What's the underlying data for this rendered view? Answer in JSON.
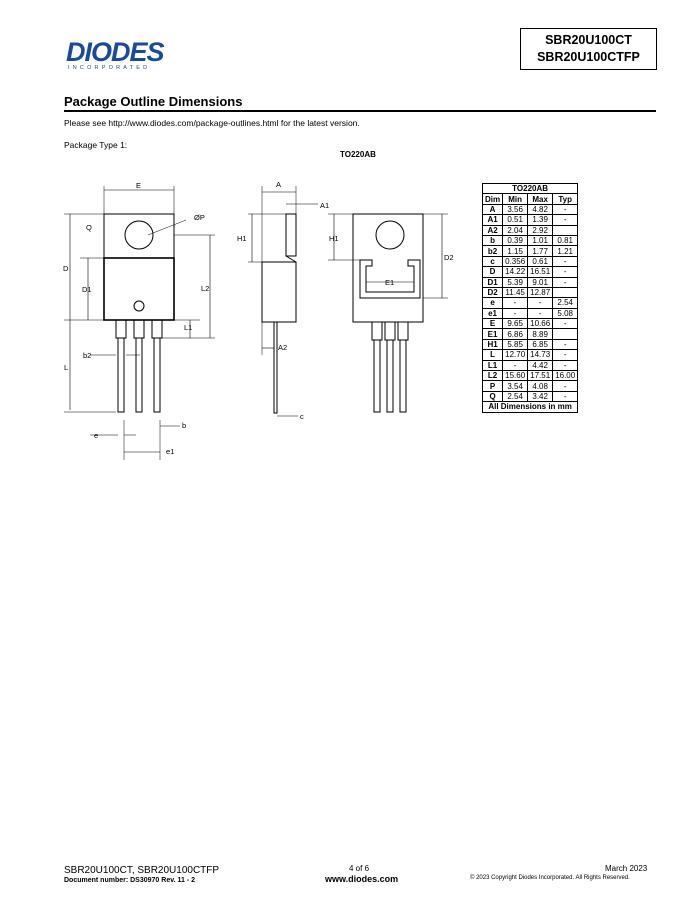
{
  "header": {
    "logo_word": "DIODES",
    "logo_sub": "INCORPORATED",
    "part_numbers": [
      "SBR20U100CT",
      "SBR20U100CTFP"
    ]
  },
  "section": {
    "title": "Package Outline Dimensions",
    "note": "Please see http://www.diodes.com/package-outlines.html for the latest version.",
    "package_type": "Package Type 1:",
    "package_name": "TO220AB"
  },
  "drawing_labels": {
    "E": "E",
    "P": "ØP",
    "Q": "Q",
    "D": "D",
    "D1": "D1",
    "L2": "L2",
    "L1": "L1",
    "b2": "b2",
    "L": "L",
    "e": "e",
    "b": "b",
    "e1": "e1",
    "A": "A",
    "A1": "A1",
    "H1": "H1",
    "A2": "A2",
    "c": "c",
    "E1": "E1",
    "D2": "D2"
  },
  "table": {
    "title": "TO220AB",
    "headers": [
      "Dim",
      "Min",
      "Max",
      "Typ"
    ],
    "group1": [
      [
        "A",
        "3.56",
        "4.82",
        "-"
      ],
      [
        "A1",
        "0.51",
        "1.39",
        "-"
      ],
      [
        "A2",
        "2.04",
        "2.92",
        ""
      ],
      [
        "b",
        "0.39",
        "1.01",
        "0.81"
      ],
      [
        "b2",
        "1.15",
        "1.77",
        "1.21"
      ],
      [
        "c",
        "0.356",
        "0.61",
        "-"
      ],
      [
        "D",
        "14.22",
        "16.51",
        "-"
      ],
      [
        "D1",
        "5.39",
        "9.01",
        "-"
      ],
      [
        "D2",
        "11.45",
        "12.87",
        ""
      ]
    ],
    "group2": [
      [
        "e",
        "-",
        "-",
        "2.54"
      ],
      [
        "e1",
        "-",
        "-",
        "5.08"
      ],
      [
        "E",
        "9.65",
        "10.66",
        "-"
      ],
      [
        "E1",
        "6.86",
        "8.89",
        ""
      ],
      [
        "H1",
        "5.85",
        "6.85",
        "-"
      ],
      [
        "L",
        "12.70",
        "14.73",
        "-"
      ],
      [
        "L1",
        "-",
        "4.42",
        "-"
      ],
      [
        "L2",
        "15.60",
        "17.51",
        "16.00"
      ],
      [
        "P",
        "3.54",
        "4.08",
        "-"
      ],
      [
        "Q",
        "2.54",
        "3.42",
        "-"
      ]
    ],
    "footer": "All Dimensions in mm"
  },
  "footer": {
    "left": "SBR20U100CT, SBR20U100CTFP",
    "doc_label": "Document number:",
    "doc_value": "DS30970 Rev. 11 - 2",
    "page": "4 of 6",
    "url": "www.diodes.com",
    "date": "March 2023",
    "copyright": "© 2023 Copyright Diodes Incorporated. All Rights Reserved."
  }
}
